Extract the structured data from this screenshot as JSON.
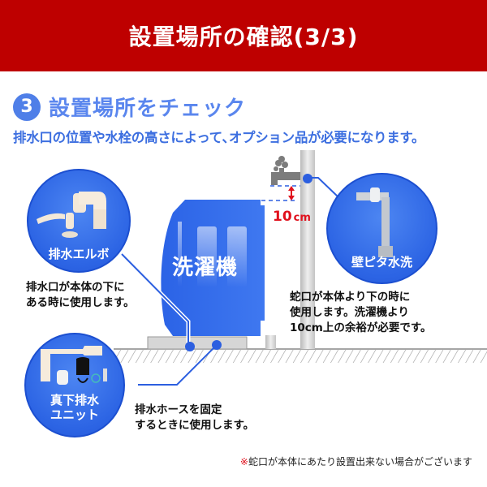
{
  "header": {
    "title": "設置場所の確認(3/3)",
    "background_color": "#be0000"
  },
  "step": {
    "number": "3",
    "title": "設置場所をチェック",
    "subtitle": "排水口の位置や水栓の高さによって､オプション品が必要になります。"
  },
  "diagram": {
    "washer_label": "洗濯機",
    "height_gap": {
      "value": "10",
      "unit": "cm"
    },
    "options": [
      {
        "id": "drain-elbow",
        "label": "排水エルボ",
        "description": [
          "排水口が本体の下に",
          "ある時に使用します。"
        ]
      },
      {
        "id": "wall-faucet",
        "label": "壁ピタ水洗",
        "description": [
          "蛇口が本体より下の時に",
          "使用します。洗濯機より",
          "10cm上の余裕が必要です。"
        ]
      },
      {
        "id": "direct-drain-unit",
        "label": [
          "真下排水",
          "ユニット"
        ],
        "description": [
          "排水ホースを固定",
          "するときに使用します。"
        ]
      }
    ]
  },
  "note": {
    "mark": "※",
    "text": "蛇口が本体にあたり設置出来ない場合がございます"
  },
  "colors": {
    "accent_blue": "#2c64e4",
    "title_blue": "#5a86ee",
    "warning_red": "#e0101c"
  }
}
